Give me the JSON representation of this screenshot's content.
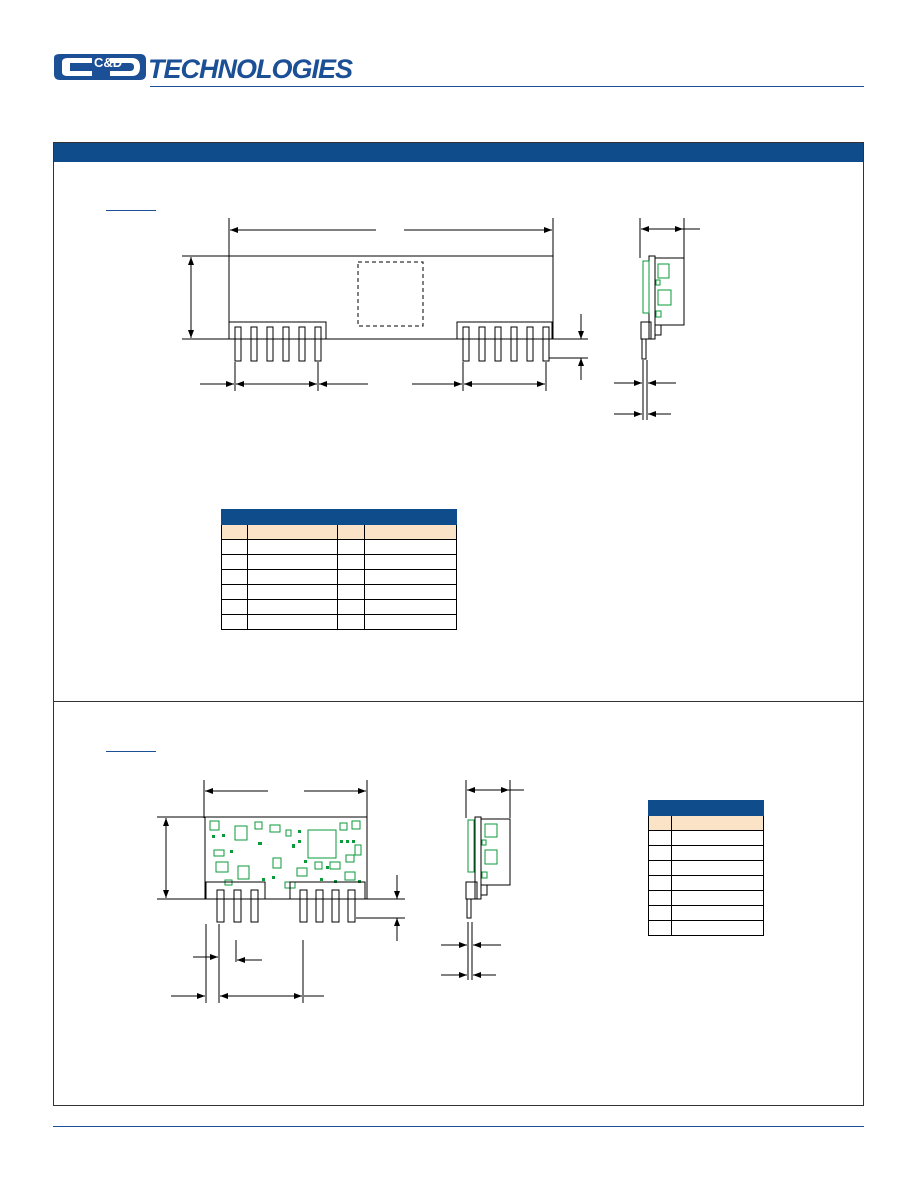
{
  "brand": {
    "logo_letters": "C&D",
    "name": "TECHNOLOGIES"
  },
  "colors": {
    "brand_blue": "#1b4f96",
    "banner_blue": "#0f4c8c",
    "table_subheader": "#fbe3c8",
    "pcb_green": "#0a9a3a"
  },
  "diagrams": [
    {
      "name": "mechanical-drawing-1",
      "views": [
        "front-view",
        "side-view"
      ]
    },
    {
      "name": "mechanical-drawing-2",
      "views": [
        "front-view",
        "side-view"
      ]
    }
  ],
  "pin_tables": [
    {
      "name": "pin-table-1",
      "columns": 4,
      "data_rows": 6
    },
    {
      "name": "pin-table-2",
      "columns": 2,
      "data_rows": 7
    }
  ]
}
